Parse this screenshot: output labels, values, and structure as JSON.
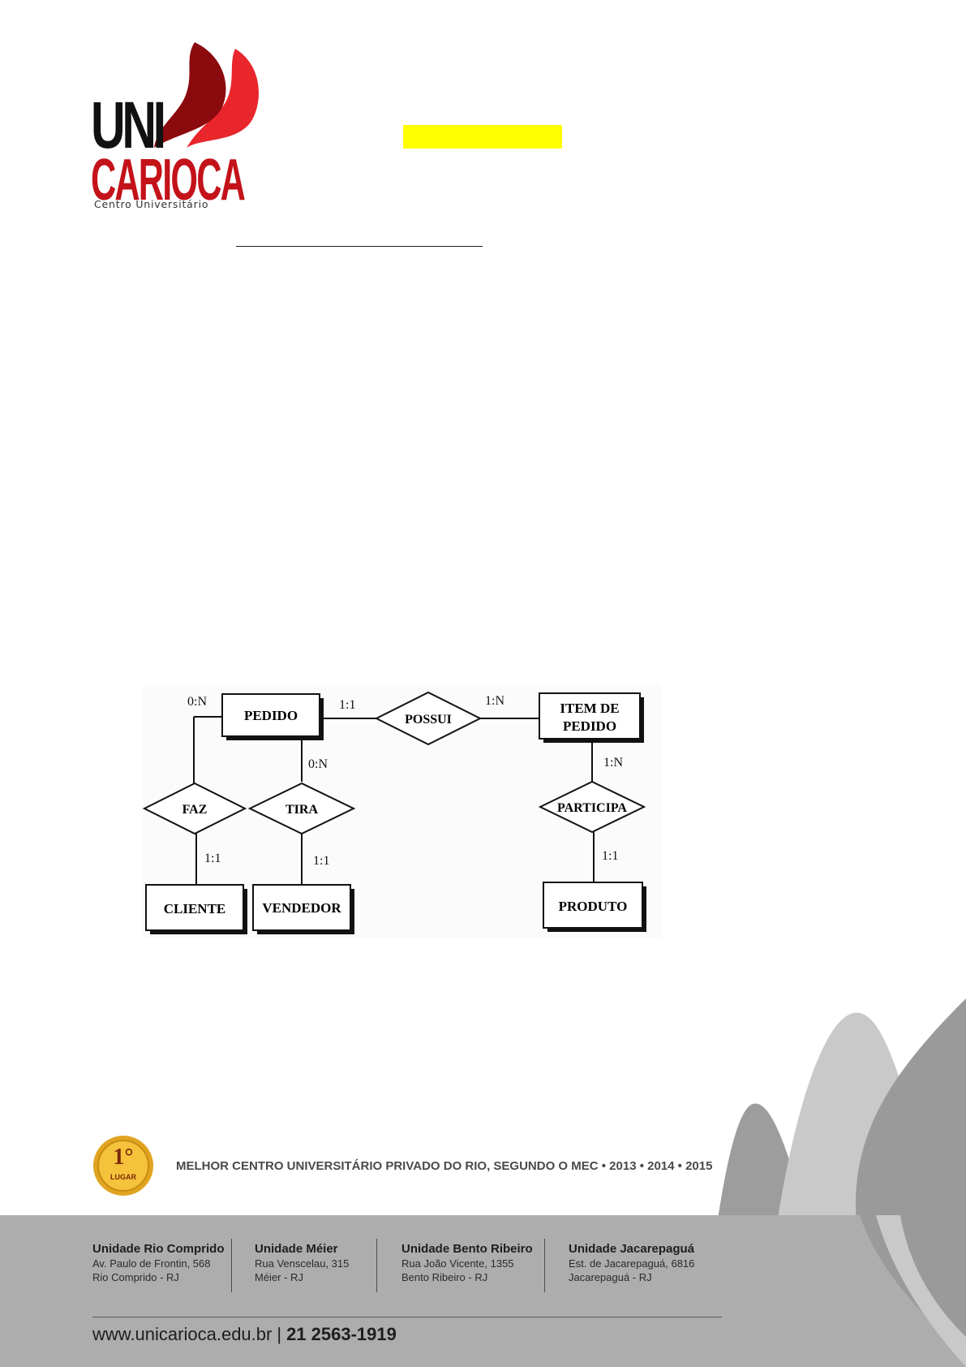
{
  "logo": {
    "uni": "UNI",
    "carioca": "CARIOCA",
    "subtitle": "Centro Universitário",
    "colors": {
      "dark_red": "#8b0a0e",
      "red": "#e8262c",
      "black": "#111111"
    }
  },
  "diagram": {
    "entities": {
      "pedido": "PEDIDO",
      "item_l1": "ITEM DE",
      "item_l2": "PEDIDO",
      "cliente": "CLIENTE",
      "vendedor": "VENDEDOR",
      "produto": "PRODUTO"
    },
    "relationships": {
      "possui": "POSSUI",
      "faz": "FAZ",
      "tira": "TIRA",
      "participa": "PARTICIPA"
    },
    "cardinalities": {
      "pedido_faz": "0:N",
      "pedido_possui": "1:1",
      "possui_item": "1:N",
      "pedido_tira": "0:N",
      "item_participa": "1:N",
      "faz_cliente": "1:1",
      "tira_vendedor": "1:1",
      "participa_produto": "1:1"
    }
  },
  "footer": {
    "medal_rank": "1°",
    "medal_label": "LUGAR",
    "ranking": "MELHOR CENTRO UNIVERSITÁRIO PRIVADO DO RIO, SEGUNDO O MEC • 2013 • 2014 • 2015",
    "units": [
      {
        "name": "Unidade Rio Comprido",
        "line1": "Av. Paulo de Frontin, 568",
        "line2": "Rio Comprido - RJ"
      },
      {
        "name": "Unidade Méier",
        "line1": "Rua Venscelau, 315",
        "line2": "Méier - RJ"
      },
      {
        "name": "Unidade Bento Ribeiro",
        "line1": "Rua João Vicente, 1355",
        "line2": "Bento Ribeiro - RJ"
      },
      {
        "name": "Unidade Jacarepaguá",
        "line1": "Est. de Jacarepaguá, 6816",
        "line2": "Jacarepaguá - RJ"
      }
    ],
    "website": "www.unicarioca.edu.br",
    "separator": "|",
    "phone": "21 2563-1919"
  }
}
